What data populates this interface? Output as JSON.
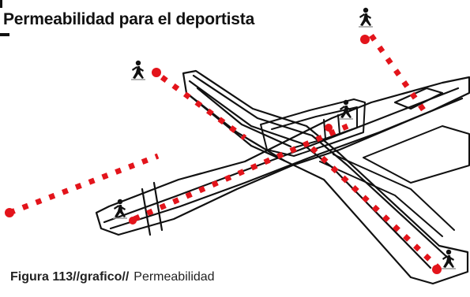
{
  "title": "Permeabilidad  para  el deportista",
  "caption": {
    "label": "Figura 113//grafico//",
    "text": "Permeabilidad"
  },
  "icons": {
    "runner": "runner-icon"
  },
  "colors": {
    "path": "#e3141b",
    "structure": "#111111",
    "text": "#111111"
  }
}
